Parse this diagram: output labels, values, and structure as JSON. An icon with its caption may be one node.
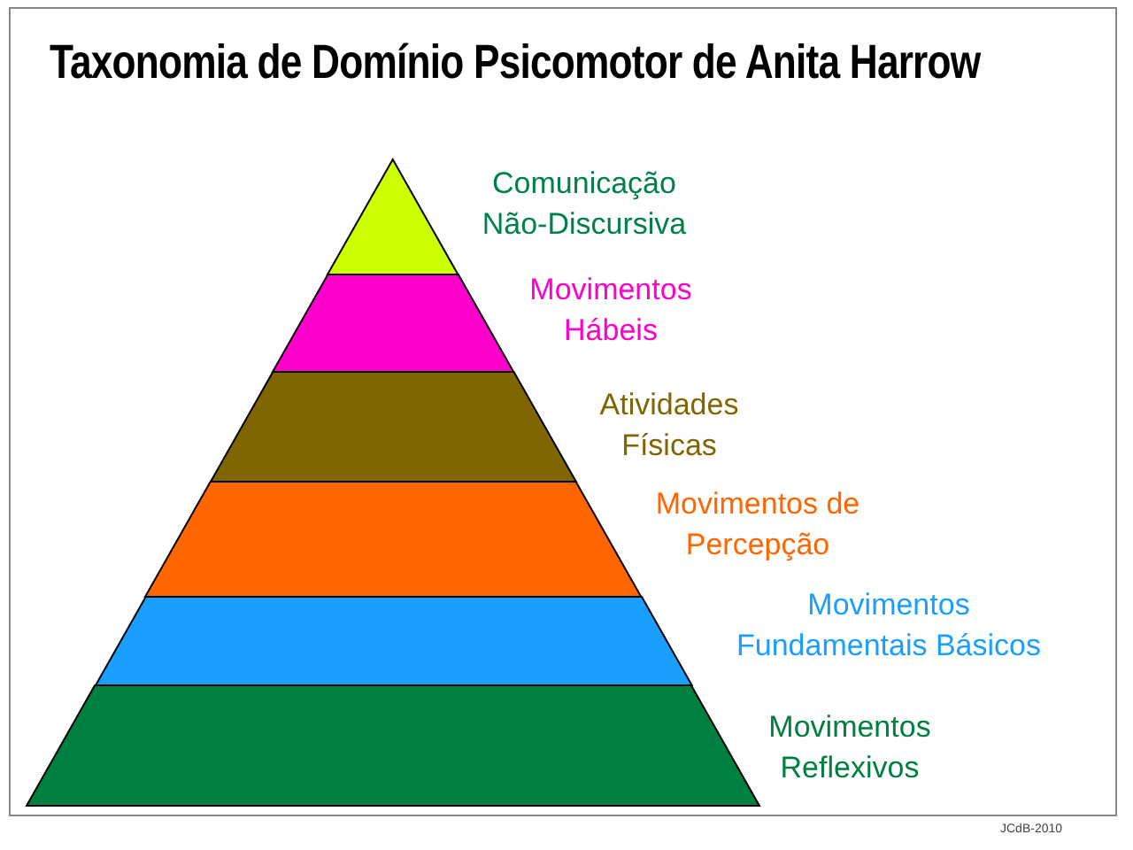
{
  "diagram": {
    "title": "Taxonomia de Domínio Psicomotor de Anita Harrow",
    "nodes": [
      {
        "text": [],
        "shape": "triangle",
        "beside": [
          "Comunicação Não-Discursiva"
        ]
      },
      {
        "text": [],
        "shape": "band",
        "beside": [
          "Movimentos Hábeis"
        ]
      },
      {
        "text": [],
        "shape": "band",
        "beside": [
          "Atividades Físicas"
        ]
      },
      {
        "text": [],
        "shape": "band",
        "beside": [
          "Movimentos de Percepção"
        ]
      },
      {
        "text": [],
        "shape": "band",
        "beside": [
          "Movimentos Fundamentais Básicos"
        ]
      },
      {
        "text": [],
        "shape": "band",
        "beside": [
          "Movimentos Reflexivos"
        ]
      }
    ],
    "labels": [
      "JCdB-2010"
    ]
  }
}
